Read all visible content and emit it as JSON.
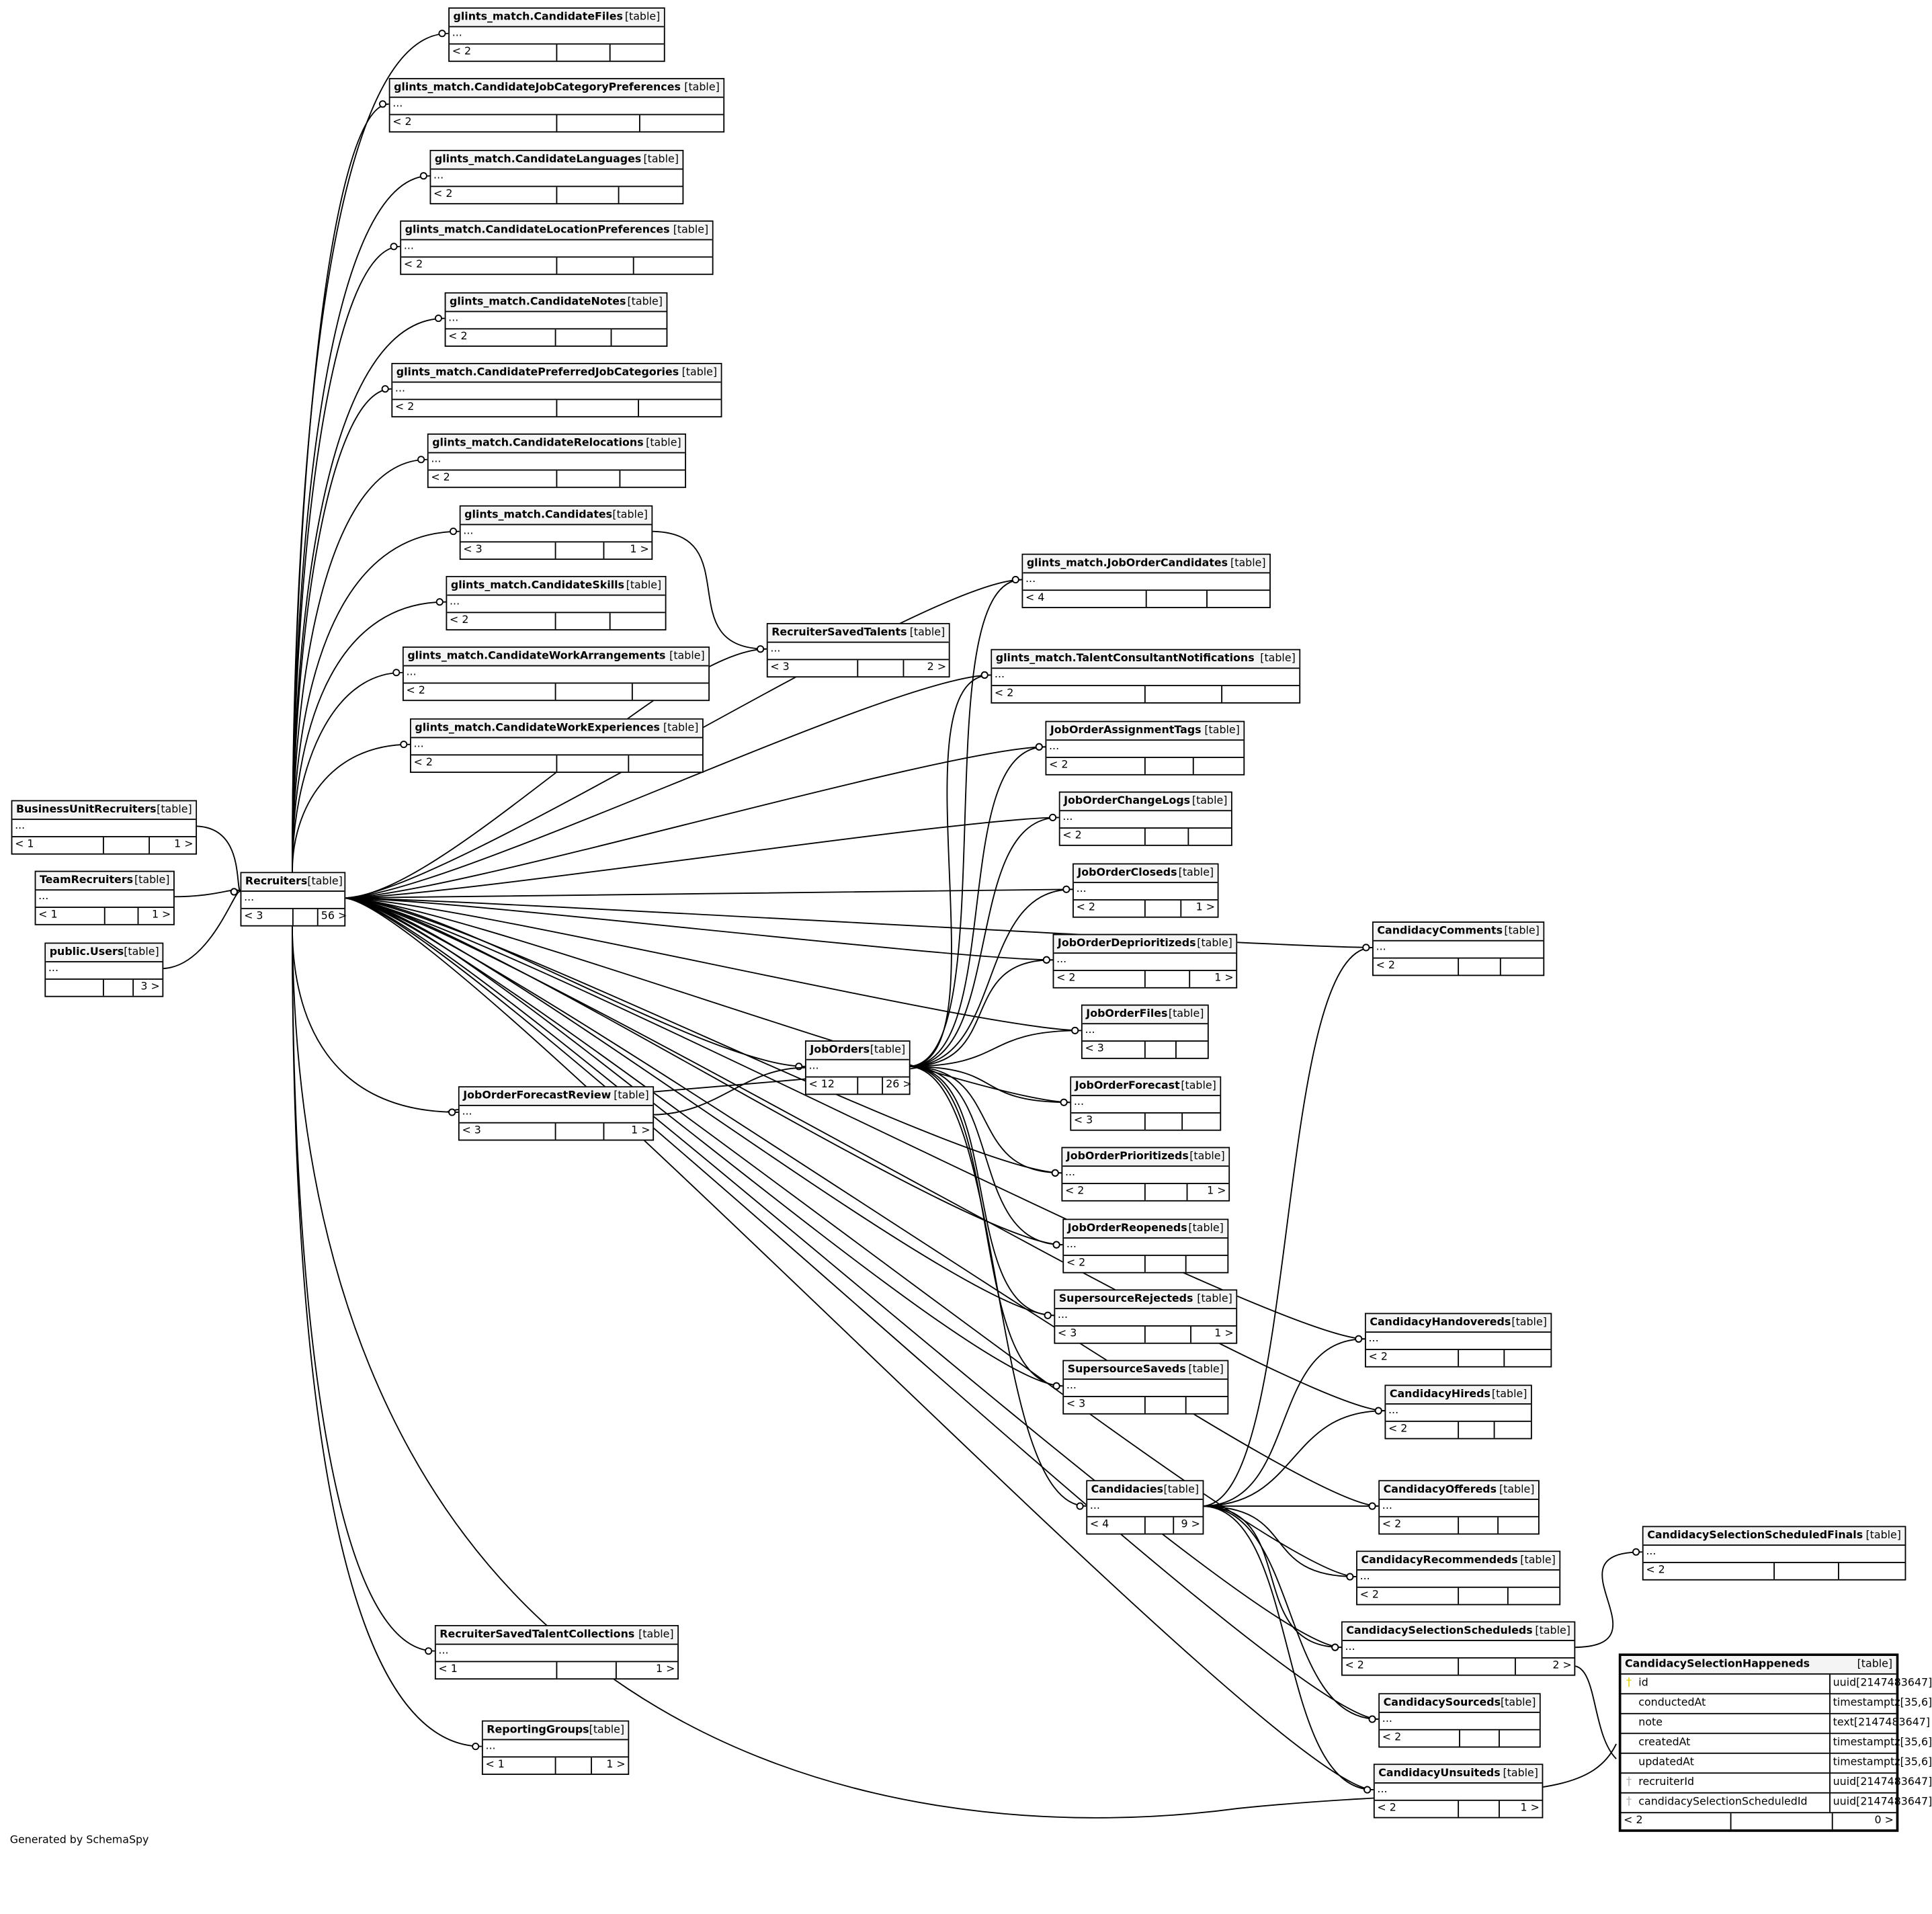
{
  "tables": [
    {
      "name": "glints_match.CandidateFiles",
      "type": "[table]",
      "dots": "...",
      "foot": [
        "< 2",
        "",
        ""
      ]
    },
    {
      "name": "glints_match.CandidateJobCategoryPreferences",
      "type": "[table]",
      "dots": "...",
      "foot": [
        "< 2",
        "",
        ""
      ]
    },
    {
      "name": "glints_match.CandidateLanguages",
      "type": "[table]",
      "dots": "...",
      "foot": [
        "< 2",
        "",
        ""
      ]
    },
    {
      "name": "glints_match.CandidateLocationPreferences",
      "type": "[table]",
      "dots": "...",
      "foot": [
        "< 2",
        "",
        ""
      ]
    },
    {
      "name": "glints_match.CandidateNotes",
      "type": "[table]",
      "dots": "...",
      "foot": [
        "< 2",
        "",
        ""
      ]
    },
    {
      "name": "glints_match.CandidatePreferredJobCategories",
      "type": "[table]",
      "dots": "...",
      "foot": [
        "< 2",
        "",
        ""
      ]
    },
    {
      "name": "glints_match.CandidateRelocations",
      "type": "[table]",
      "dots": "...",
      "foot": [
        "< 2",
        "",
        ""
      ]
    },
    {
      "name": "glints_match.Candidates",
      "type": "[table]",
      "dots": "...",
      "foot": [
        "< 3",
        "",
        "1 >"
      ]
    },
    {
      "name": "glints_match.CandidateSkills",
      "type": "[table]",
      "dots": "...",
      "foot": [
        "< 2",
        "",
        ""
      ]
    },
    {
      "name": "glints_match.CandidateWorkArrangements",
      "type": "[table]",
      "dots": "...",
      "foot": [
        "< 2",
        "",
        ""
      ]
    },
    {
      "name": "glints_match.CandidateWorkExperiences",
      "type": "[table]",
      "dots": "...",
      "foot": [
        "< 2",
        "",
        ""
      ]
    },
    {
      "name": "BusinessUnitRecruiters",
      "type": "[table]",
      "dots": "...",
      "foot": [
        "< 1",
        "",
        "1 >"
      ]
    },
    {
      "name": "TeamRecruiters",
      "type": "[table]",
      "dots": "...",
      "foot": [
        "< 1",
        "",
        "1 >"
      ]
    },
    {
      "name": "public.Users",
      "type": "[table]",
      "dots": "...",
      "foot": [
        "",
        "",
        "3 >"
      ]
    },
    {
      "name": "Recruiters",
      "type": "[table]",
      "dots": "...",
      "foot": [
        "< 3",
        "",
        "56 >"
      ]
    },
    {
      "name": "RecruiterSavedTalents",
      "type": "[table]",
      "dots": "...",
      "foot": [
        "< 3",
        "",
        "2 >"
      ]
    },
    {
      "name": "glints_match.JobOrderCandidates",
      "type": "[table]",
      "dots": "...",
      "foot": [
        "< 4",
        "",
        ""
      ]
    },
    {
      "name": "glints_match.TalentConsultantNotifications",
      "type": "[table]",
      "dots": "...",
      "foot": [
        "< 2",
        "",
        ""
      ]
    },
    {
      "name": "JobOrderAssignmentTags",
      "type": "[table]",
      "dots": "...",
      "foot": [
        "< 2",
        "",
        ""
      ]
    },
    {
      "name": "JobOrderChangeLogs",
      "type": "[table]",
      "dots": "...",
      "foot": [
        "< 2",
        "",
        ""
      ]
    },
    {
      "name": "JobOrderCloseds",
      "type": "[table]",
      "dots": "...",
      "foot": [
        "< 2",
        "",
        "1 >"
      ]
    },
    {
      "name": "JobOrderDeprioritizeds",
      "type": "[table]",
      "dots": "...",
      "foot": [
        "< 2",
        "",
        "1 >"
      ]
    },
    {
      "name": "JobOrderFiles",
      "type": "[table]",
      "dots": "...",
      "foot": [
        "< 3",
        "",
        ""
      ]
    },
    {
      "name": "JobOrderForecast",
      "type": "[table]",
      "dots": "...",
      "foot": [
        "< 3",
        "",
        ""
      ]
    },
    {
      "name": "JobOrderPrioritizeds",
      "type": "[table]",
      "dots": "...",
      "foot": [
        "< 2",
        "",
        "1 >"
      ]
    },
    {
      "name": "JobOrderReopeneds",
      "type": "[table]",
      "dots": "...",
      "foot": [
        "< 2",
        "",
        ""
      ]
    },
    {
      "name": "SupersourceRejecteds",
      "type": "[table]",
      "dots": "...",
      "foot": [
        "< 3",
        "",
        "1 >"
      ]
    },
    {
      "name": "SupersourceSaveds",
      "type": "[table]",
      "dots": "...",
      "foot": [
        "< 3",
        "",
        ""
      ]
    },
    {
      "name": "JobOrders",
      "type": "[table]",
      "dots": "...",
      "foot": [
        "< 12",
        "",
        "26 >"
      ]
    },
    {
      "name": "JobOrderForecastReview",
      "type": "[table]",
      "dots": "...",
      "foot": [
        "< 3",
        "",
        "1 >"
      ]
    },
    {
      "name": "CandidacyComments",
      "type": "[table]",
      "dots": "...",
      "foot": [
        "< 2",
        "",
        ""
      ]
    },
    {
      "name": "CandidacyHandovereds",
      "type": "[table]",
      "dots": "...",
      "foot": [
        "< 2",
        "",
        ""
      ]
    },
    {
      "name": "CandidacyHireds",
      "type": "[table]",
      "dots": "...",
      "foot": [
        "< 2",
        "",
        ""
      ]
    },
    {
      "name": "Candidacies",
      "type": "[table]",
      "dots": "...",
      "foot": [
        "< 4",
        "",
        "9 >"
      ]
    },
    {
      "name": "CandidacyOffereds",
      "type": "[table]",
      "dots": "...",
      "foot": [
        "< 2",
        "",
        ""
      ]
    },
    {
      "name": "CandidacyRecommendeds",
      "type": "[table]",
      "dots": "...",
      "foot": [
        "< 2",
        "",
        ""
      ]
    },
    {
      "name": "CandidacySelectionScheduleds",
      "type": "[table]",
      "dots": "...",
      "foot": [
        "< 2",
        "",
        "2 >"
      ]
    },
    {
      "name": "CandidacySelectionScheduledFinals",
      "type": "[table]",
      "dots": "...",
      "foot": [
        "< 2",
        "",
        ""
      ]
    },
    {
      "name": "RecruiterSavedTalentCollections",
      "type": "[table]",
      "dots": "...",
      "foot": [
        "< 1",
        "",
        "1 >"
      ]
    },
    {
      "name": "ReportingGroups",
      "type": "[table]",
      "dots": "...",
      "foot": [
        "< 1",
        "",
        "1 >"
      ]
    },
    {
      "name": "CandidacySourceds",
      "type": "[table]",
      "dots": "...",
      "foot": [
        "< 2",
        "",
        ""
      ]
    },
    {
      "name": "CandidacyUnsuiteds",
      "type": "[table]",
      "dots": "...",
      "foot": [
        "< 2",
        "",
        "1 >"
      ]
    }
  ],
  "focus": {
    "name": "CandidacySelectionHappeneds",
    "type": "[table]",
    "columns": [
      {
        "name": "id",
        "type": "uuid[2147483647]",
        "key": "primary"
      },
      {
        "name": "conductedAt",
        "type": "timestamptz[35,6]",
        "key": ""
      },
      {
        "name": "note",
        "type": "text[2147483647]",
        "key": ""
      },
      {
        "name": "createdAt",
        "type": "timestamptz[35,6]",
        "key": ""
      },
      {
        "name": "updatedAt",
        "type": "timestamptz[35,6]",
        "key": ""
      },
      {
        "name": "recruiterId",
        "type": "uuid[2147483647]",
        "key": "foreign"
      },
      {
        "name": "candidacySelectionScheduledId",
        "type": "uuid[2147483647]",
        "key": "foreign"
      }
    ],
    "foot": [
      "< 2",
      "",
      "0 >"
    ]
  },
  "footer": "Generated by SchemaSpy",
  "colors": {
    "primary_key": "#e0d000",
    "foreign_key": "#b0b0b0",
    "header": "#f4f4f4"
  }
}
